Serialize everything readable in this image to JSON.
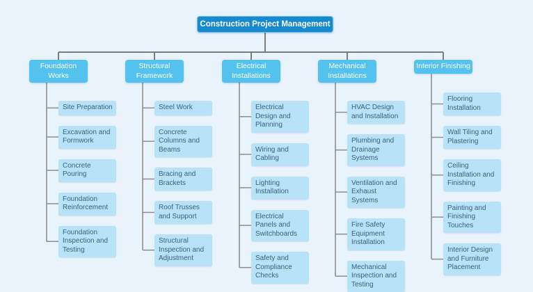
{
  "title": "Construction Project Management",
  "theme": {
    "background": "#e8f3fb",
    "root_fill": "#1789cd",
    "root_border": "#6fc0ea",
    "branch_fill": "#54c2ef",
    "child_fill": "#b7e2f8",
    "child_text": "#35647f",
    "connector_main": "#7b7b7b",
    "connector_sub": "#8e8e8e"
  },
  "branches": [
    {
      "label": "Foundation Works",
      "children": [
        "Site Preparation",
        "Excavation and Formwork",
        "Concrete Pouring",
        "Foundation Reinforcement",
        "Foundation Inspection and Testing"
      ]
    },
    {
      "label": "Structural Framework",
      "children": [
        "Steel Work",
        "Concrete Columns and Beams",
        "Bracing and Brackets",
        "Roof Trusses and Support",
        "Structural Inspection and Adjustment"
      ]
    },
    {
      "label": "Electrical Installations",
      "children": [
        "Electrical Design and Planning",
        "Wiring and Cabling",
        "Lighting Installation",
        "Electrical Panels and Switchboards",
        "Safety and Compliance Checks"
      ]
    },
    {
      "label": "Mechanical Installations",
      "children": [
        "HVAC Design and Installation",
        "Plumbing and Drainage Systems",
        "Ventilation and Exhaust Systems",
        "Fire Safety Equipment Installation",
        "Mechanical Inspection and Testing"
      ]
    },
    {
      "label": "Interior Finishing",
      "children": [
        "Flooring Installation",
        "Wall Tiling and Plastering",
        "Ceiling Installation and Finishing",
        "Painting and Finishing Touches",
        "Interior Design and Furniture Placement"
      ]
    }
  ]
}
